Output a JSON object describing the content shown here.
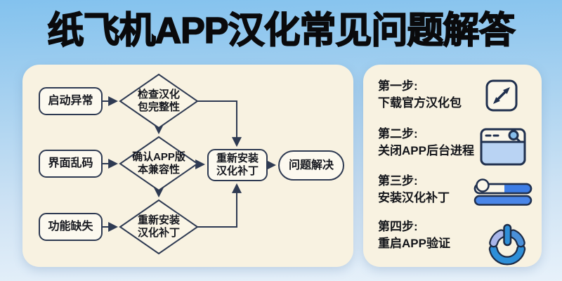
{
  "title": "纸飞机APP汉化常见问题解答",
  "flowchart": {
    "problems": [
      {
        "label": "启动异常"
      },
      {
        "label": "界面乱码"
      },
      {
        "label": "功能缺失"
      }
    ],
    "checks": [
      {
        "label": "检查汉化\n包完整性"
      },
      {
        "label": "确认APP版\n本兼容性"
      },
      {
        "label": "重新安装\n汉化补丁"
      }
    ],
    "action": "重新安装\n汉化补丁",
    "result": "问题解决"
  },
  "steps": [
    {
      "label": "第一步:",
      "desc": "下载官方汉化包",
      "icon": "expand-icon"
    },
    {
      "label": "第二步:",
      "desc": "关闭APP后台进程",
      "icon": "browser-search-icon"
    },
    {
      "label": "第三步:",
      "desc": "安装汉化补丁",
      "icon": "slider-icon"
    },
    {
      "label": "第四步:",
      "desc": "重启APP验证",
      "icon": "power-icon"
    }
  ],
  "colors": {
    "background_top": "#83c2ee",
    "background_bottom": "#e7f1fa",
    "panel": "#f8f2e1",
    "node_fill": "#fcf9ef",
    "outline": "#2e3a52",
    "text": "#15171e",
    "icon_light_blue": "#b9d3f3",
    "icon_mid_blue": "#4a86e8",
    "icon_azure": "#2e8fd8",
    "icon_periwinkle": "#a9b6ea"
  }
}
